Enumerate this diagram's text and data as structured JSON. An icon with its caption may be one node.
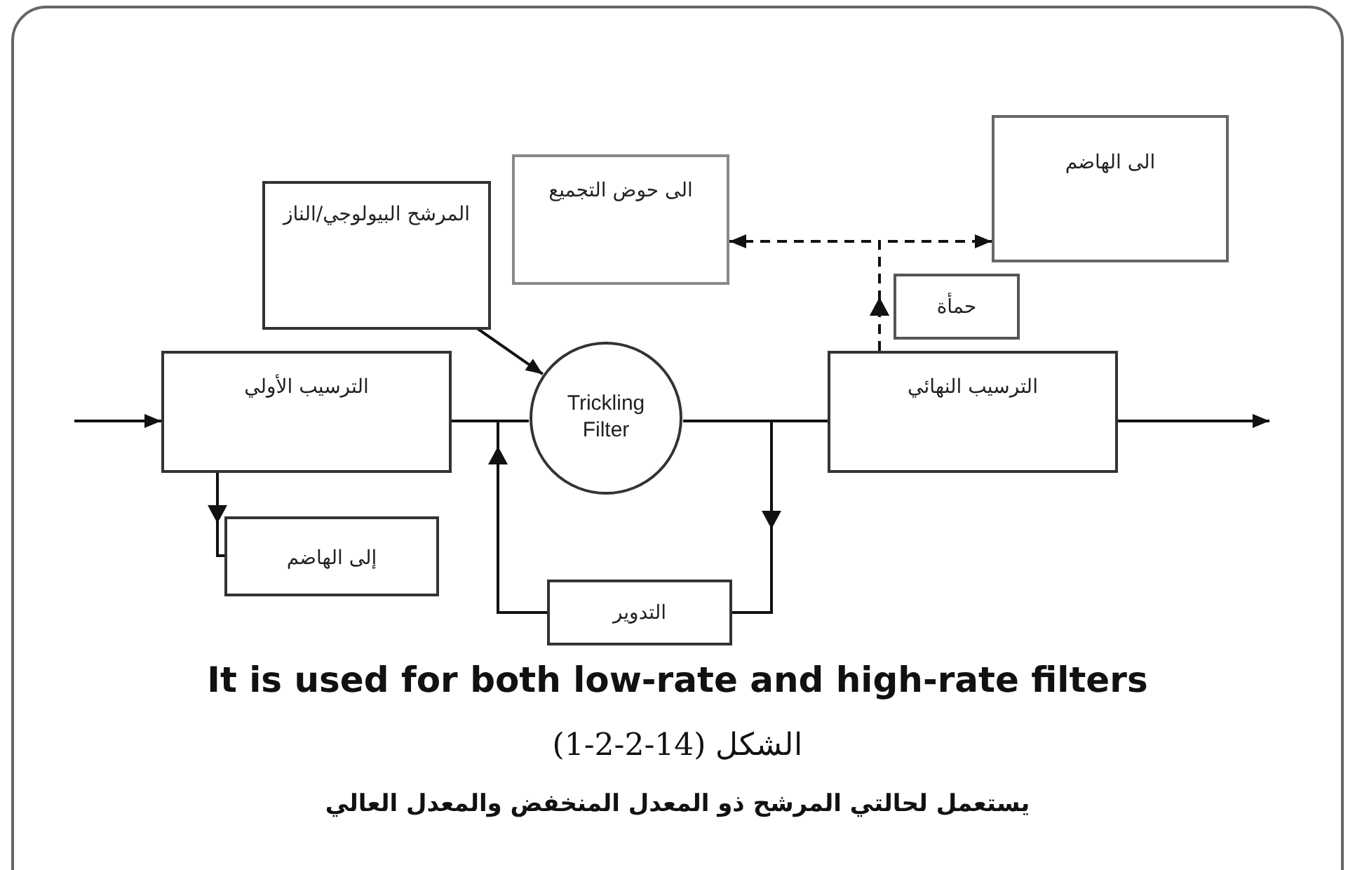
{
  "diagram": {
    "nodes": [
      {
        "text": [
          "الترسيب الأولي"
        ]
      },
      {
        "text": [
          "إلى الهاضم"
        ]
      },
      {
        "text": [
          "Trickling Filter"
        ]
      },
      {
        "text": [
          "المرشح البيولوجي/الناز"
        ]
      },
      {
        "text": [
          "الى حوض التجميع"
        ]
      },
      {
        "text": [
          "الترسيب النهائي"
        ]
      },
      {
        "text": [
          "حمأة"
        ]
      },
      {
        "text": [
          "الى الهاضم"
        ]
      },
      {
        "text": [
          "التدوير"
        ]
      }
    ],
    "edges": [
      {
        "from": null,
        "to": 0,
        "arrow": "to"
      },
      {
        "from": 0,
        "to": 1,
        "arrow": "to"
      },
      {
        "from": 0,
        "to": 2,
        "arrow": "none"
      },
      {
        "from": 2,
        "to": 5,
        "arrow": "none"
      },
      {
        "from": 5,
        "to": null,
        "arrow": "to"
      },
      {
        "from": 3,
        "to": 2,
        "arrow": "to"
      },
      {
        "from": 2,
        "to": 8,
        "arrow": "to"
      },
      {
        "from": 8,
        "to": 2,
        "arrow": "to"
      },
      {
        "from": 5,
        "to": 4,
        "arrow": "to",
        "style": "dashed"
      },
      {
        "from": 5,
        "to": 7,
        "arrow": "to",
        "style": "dashed"
      }
    ],
    "labels": [
      "It is used for both low-rate and high-rate filters",
      "الشكل (14-2-2-1)",
      "يستعمل لحالتي المرشح ذو المعدل المنخفض والمعدل العالي"
    ]
  }
}
